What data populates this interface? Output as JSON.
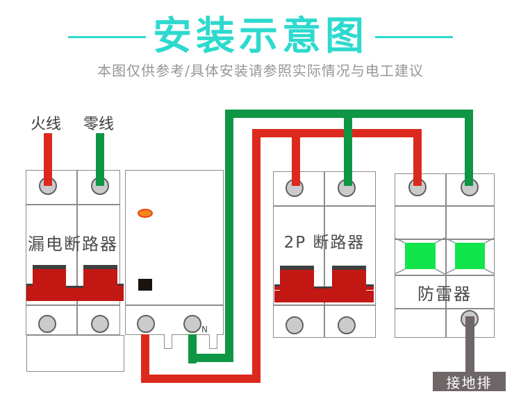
{
  "header": {
    "title": "安装示意图",
    "subtitle": "本图仅供参考/具体安装请参照实际情况与电工建议"
  },
  "wire_labels": {
    "live": "火线",
    "neutral": "零线"
  },
  "devices": {
    "rcbo": {
      "label": "漏电断路器",
      "neutral_terminal_label": "N"
    },
    "breaker2p": {
      "label": "2P 断路器"
    },
    "spd": {
      "label": "防雷器"
    }
  },
  "ground": {
    "label": "接地排"
  },
  "colors": {
    "title_cyan": "#2ED9CE",
    "subtitle_gray": "#969696",
    "live_wire_red": "#DC291E",
    "neutral_wire_green": "#0E9644",
    "ground_wire_gray": "#6F6667",
    "handle_red": "#C21713",
    "handle_cap_gray": "#3F3F3F",
    "spd_window_green": "#10E54B",
    "indicator_orange": "#F6871F",
    "terminal_gray": "#CBCBCB",
    "device_outline_gray": "#8B8B8B"
  }
}
